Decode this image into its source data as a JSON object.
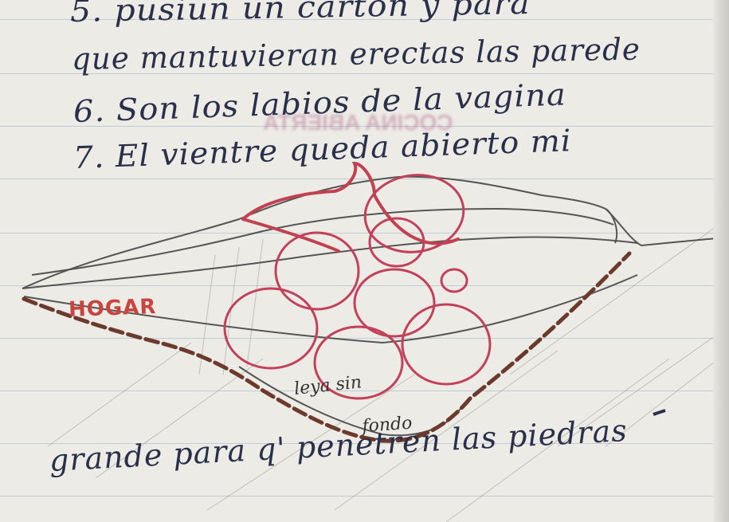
{
  "notebook": {
    "lines": [
      "5. pusiun un carton y para",
      "que mantuvieran erectas las parede",
      "6. Son los labios de la vagina",
      "7. El vientre queda abierto mi",
      "grande para q' penetren las piedras"
    ],
    "sketch_labels": {
      "hogar": "HOGAR",
      "below_1": "leya sin",
      "below_2": "fondo"
    }
  },
  "colors": {
    "paper": "#ecebe6",
    "ink": "#2a2f4a",
    "pencil": "#5a5a5a",
    "red_pencil": "#c2404f",
    "brown_dashes": "#6b3a2c"
  }
}
